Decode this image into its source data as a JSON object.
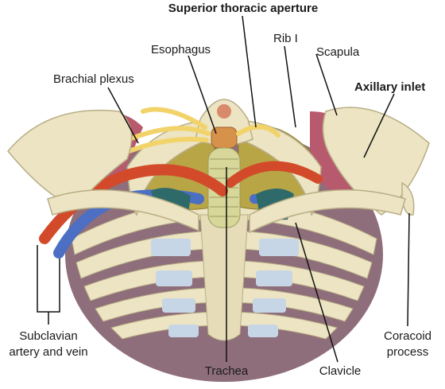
{
  "labels": {
    "superior_thoracic_aperture": "Superior thoracic aperture",
    "esophagus": "Esophagus",
    "rib_i": "Rib I",
    "scapula": "Scapula",
    "brachial_plexus": "Brachial plexus",
    "axillary_inlet": "Axillary inlet",
    "subclavian_line1": "Subclavian",
    "subclavian_line2": "artery and vein",
    "trachea": "Trachea",
    "clavicle": "Clavicle",
    "coracoid_line1": "Coracoid",
    "coracoid_line2": "process"
  },
  "colors": {
    "bone": "#ece4c2",
    "bone_shade": "#cfc39a",
    "artery": "#d24a2a",
    "vein": "#4c6fc4",
    "nerve": "#f2d36a",
    "lung": "#b8a546",
    "muscle": "#b85a6e",
    "cartilage": "#c7d6e6"
  }
}
